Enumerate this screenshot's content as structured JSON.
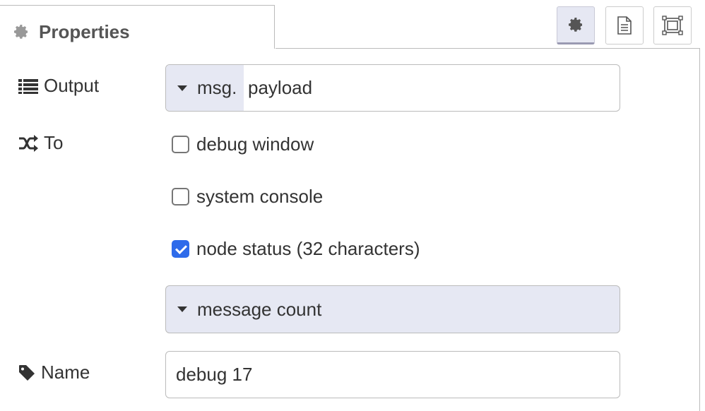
{
  "tabs": {
    "properties_label": "Properties"
  },
  "toolbar": {
    "icons": [
      "gear-icon",
      "document-icon",
      "frame-icon"
    ]
  },
  "form": {
    "output_label": "Output",
    "output_type": "msg.",
    "output_value": "payload",
    "to_label": "To",
    "debug_window_label": "debug window",
    "debug_window_checked": false,
    "system_console_label": "system console",
    "system_console_checked": false,
    "node_status_label": "node status (32 characters)",
    "node_status_checked": true,
    "status_select_value": "message count",
    "name_label": "Name",
    "name_value": "debug 17"
  },
  "colors": {
    "accent_checkbox": "#2e6bea",
    "type_button_bg": "#e6e8f3"
  }
}
